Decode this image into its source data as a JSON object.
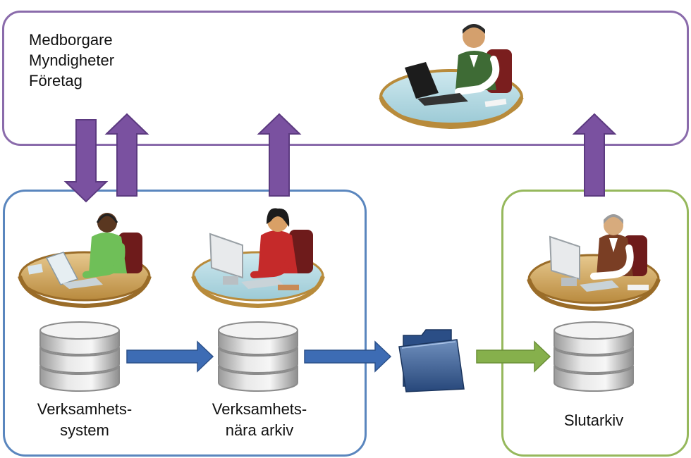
{
  "groups": {
    "external_actors": [
      "Medborgare",
      "Myndigheter",
      "Företag"
    ]
  },
  "captions": {
    "verksamhetssystem": [
      "Verksamhets-",
      "system"
    ],
    "verksamhetsnara_arkiv": [
      "Verksamhets-",
      "nära arkiv"
    ],
    "slutarkiv": "Slutarkiv"
  },
  "colors": {
    "top_border": "#8a6bab",
    "left_border": "#5a86be",
    "right_border": "#96b85c",
    "purple_arrow": "#7a51a0",
    "blue_arrow": "#3d6cb4",
    "green_arrow": "#86b04c"
  },
  "icons": [
    "person-at-desk-icon",
    "database-icon",
    "folder-icon"
  ]
}
